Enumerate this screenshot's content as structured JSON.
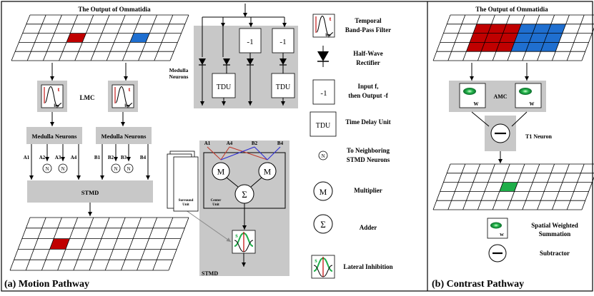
{
  "motion": {
    "grid_title": "The Output of Ommatidia",
    "lmc_label": "LMC",
    "medulla_left": "Medulla Neurons",
    "medulla_right": "Medulla Neurons",
    "stmd_label": "STMD",
    "ports_a": [
      "A1",
      "A2",
      "A3",
      "A4"
    ],
    "ports_b": [
      "B1",
      "B2",
      "B3",
      "B4"
    ],
    "neighbor_glyph": "N",
    "panel_label": "(a) Motion Pathway"
  },
  "detail": {
    "medulla_label_1": "Medulla",
    "medulla_label_2": "Neurons",
    "neg_label": "-1",
    "tdu_label": "TDU",
    "ports": [
      "A1",
      "A4",
      "B2",
      "B4"
    ],
    "mult_glyph": "M",
    "adder_glyph": "Σ",
    "center_1": "Center",
    "center_2": "Unit",
    "surround_1": "Surround",
    "surround_2": "Unit",
    "stmd_label": "STMD",
    "bp_glyph": "bp",
    "t_glyph": "t",
    "s_glyph": "s"
  },
  "legend": [
    {
      "line1": "Temporal",
      "line2": "Band-Pass Filter"
    },
    {
      "line1": "Half-Wave",
      "line2": "Rectifier"
    },
    {
      "line1": "Input f,",
      "line2": "then Output -f"
    },
    {
      "line1": "Time Delay Unit",
      "line2": ""
    },
    {
      "line1": "To Neighboring",
      "line2": "STMD Neurons"
    },
    {
      "line1": "Multiplier",
      "line2": ""
    },
    {
      "line1": "Adder",
      "line2": ""
    },
    {
      "line1": "Lateral Inhibition",
      "line2": ""
    }
  ],
  "contrast": {
    "grid_title": "The Output of Ommatidia",
    "amc_label": "AMC",
    "w_glyph": "W",
    "t1_label": "T1 Neuron",
    "legend_spatial_1": "Spatial Weighted",
    "legend_spatial_2": "Summation",
    "legend_subtractor": "Subtractor",
    "panel_label": "(b) Contrast Pathway"
  },
  "colors": {
    "red": "#c00000",
    "blue": "#1f6fd0",
    "green": "#1fae4a",
    "gray": "#c8c8c8",
    "wire_red": "#c0392b",
    "wire_blue": "#2b2bd6"
  }
}
